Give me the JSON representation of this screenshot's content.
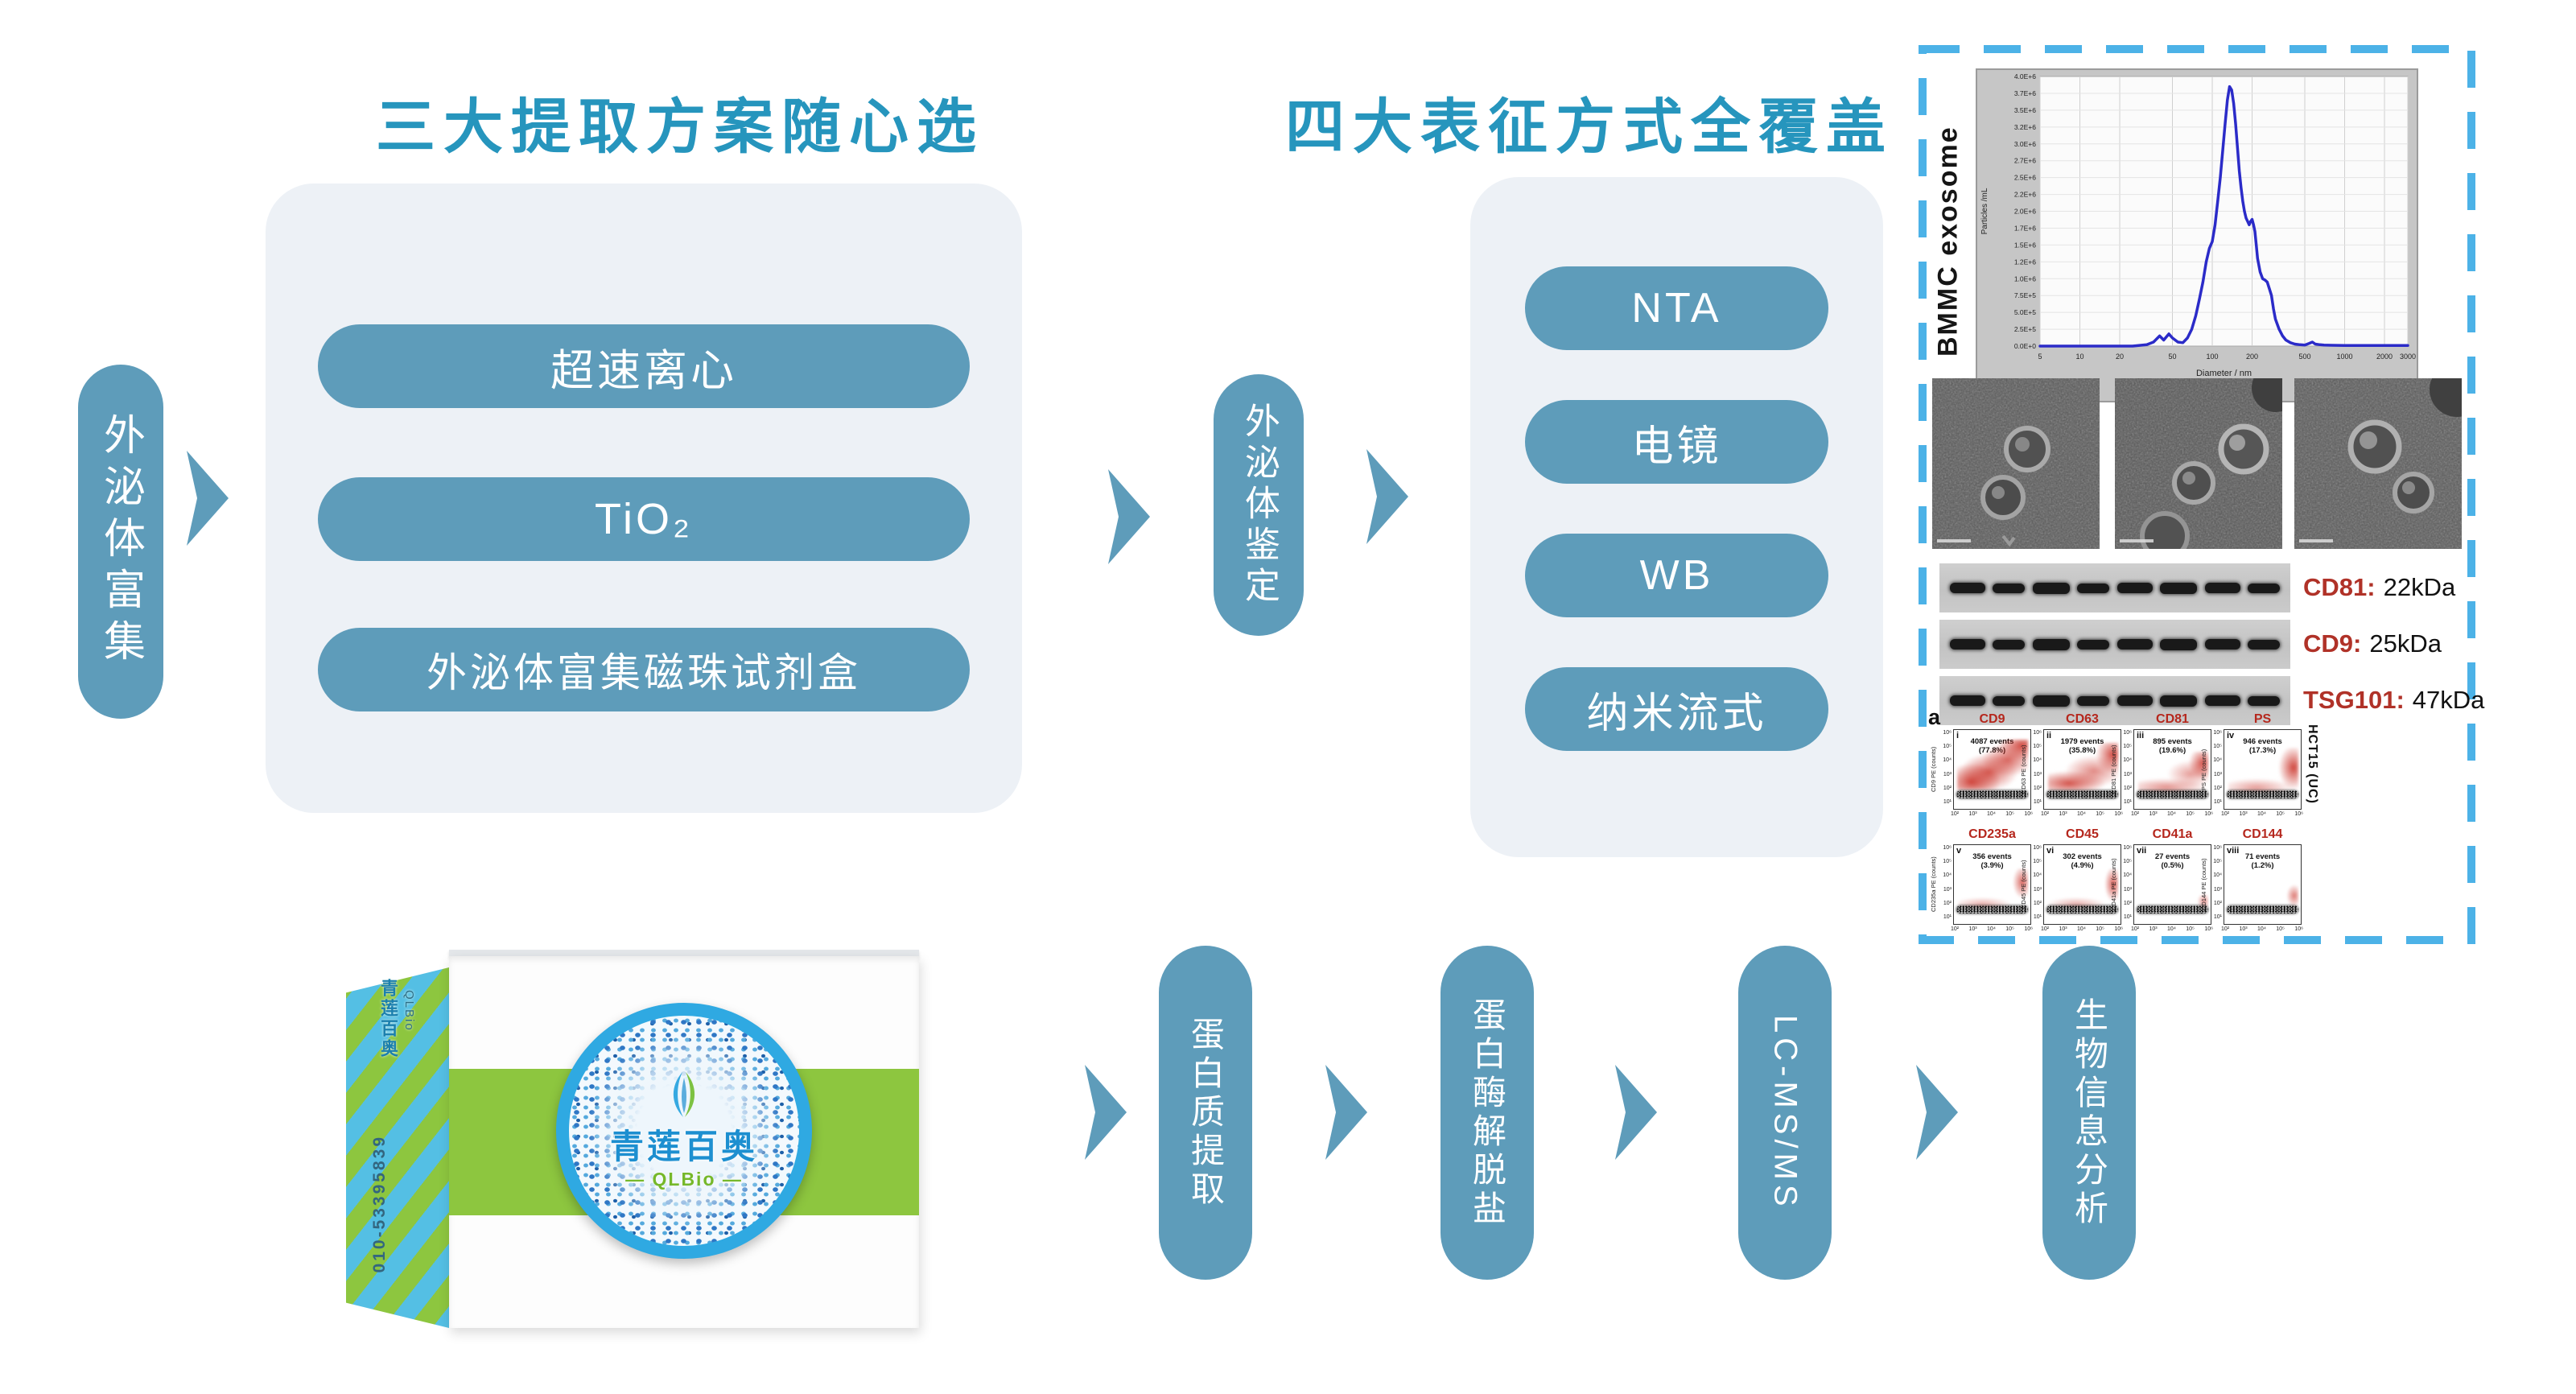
{
  "titles": {
    "left": "三大提取方案随心选",
    "right": "四大表征方式全覆盖"
  },
  "colors": {
    "title_blue": "#2695bd",
    "pill_blue": "#5e9cba",
    "panel_gray": "#edf1f6",
    "dash_blue": "#4cb2e7",
    "wb_red": "#b03228",
    "flow_red": "#b5271d",
    "stripe_green": "#8dc63f",
    "stripe_blue": "#54bfe4"
  },
  "workflow_top": {
    "step_enrich": "外泌体富集",
    "extraction_options": [
      "超速离心",
      "TiO₂",
      "外泌体富集磁珠试剂盒"
    ],
    "step_identify": "外泌体鉴定",
    "characterization_options": [
      "NTA",
      "电镜",
      "WB",
      "纳米流式"
    ]
  },
  "workflow_bottom": {
    "steps": [
      "蛋白质提取",
      "蛋白酶解脱盐",
      "LC-MS/MS",
      "生物信息分析"
    ]
  },
  "product_box": {
    "brand_cn": "青莲百奥",
    "brand_en": "QLBio",
    "badge_en": "— QLBio —",
    "phone": "010-53395839"
  },
  "evidence": {
    "nta_side_label": "BMMC exosome",
    "wb": {
      "rows": [
        {
          "label": "CD81:",
          "value": "22kDa"
        },
        {
          "label": "CD9:",
          "value": "25kDa"
        },
        {
          "label": "TSG101:",
          "value": "47kDa"
        }
      ]
    },
    "flow": {
      "panel_label": "a",
      "sample_label": "HCT15 (UC)",
      "x_ticks": "10² 10³ 10⁴ 10⁵ 10⁶",
      "y_ticks": "10⁶\n10⁵\n10⁴\n10³\n10²\n10¹",
      "plots": [
        {
          "marker": "CD9",
          "numeral": "i",
          "events": "4087 events",
          "percent": "(77.8%)",
          "ylabel": "CD9 PE (counts)"
        },
        {
          "marker": "CD63",
          "numeral": "ii",
          "events": "1979 events",
          "percent": "(35.8%)",
          "ylabel": "CD63 PE (counts)"
        },
        {
          "marker": "CD81",
          "numeral": "iii",
          "events": "895 events",
          "percent": "(19.6%)",
          "ylabel": "CD81 PE (counts)"
        },
        {
          "marker": "PS",
          "numeral": "iv",
          "events": "946 events",
          "percent": "(17.3%)",
          "ylabel": "PS PE (counts)"
        },
        {
          "marker": "CD235a",
          "numeral": "v",
          "events": "356 events",
          "percent": "(3.9%)",
          "ylabel": "CD235a PE (counts)"
        },
        {
          "marker": "CD45",
          "numeral": "vi",
          "events": "302 events",
          "percent": "(4.9%)",
          "ylabel": "CD45 PE (counts)"
        },
        {
          "marker": "CD41a",
          "numeral": "vii",
          "events": "27 events",
          "percent": "(0.5%)",
          "ylabel": "CD41a PE (counts)"
        },
        {
          "marker": "CD144",
          "numeral": "viii",
          "events": "71 events",
          "percent": "(1.2%)",
          "ylabel": "CD144 PE (counts)"
        }
      ]
    }
  },
  "chart_data": {
    "type": "line",
    "title": "",
    "xlabel": "Diameter / nm",
    "ylabel": "Particles /mL",
    "x_scale": "log",
    "xlim": [
      5,
      3000
    ],
    "ylim": [
      0,
      4000000
    ],
    "x_ticks": [
      5,
      10,
      20,
      50,
      100,
      200,
      500,
      1000,
      2000,
      3000
    ],
    "y_tick_labels": [
      "4.0E+6",
      "3.7E+6",
      "3.5E+6",
      "3.2E+6",
      "3.0E+6",
      "2.7E+6",
      "2.5E+6",
      "2.2E+6",
      "2.0E+6",
      "1.7E+6",
      "1.5E+6",
      "1.2E+6",
      "1.0E+6",
      "7.5E+5",
      "5.0E+5",
      "2.5E+5",
      "0.0E+0"
    ],
    "line_color": "#2b2bc8",
    "grid": true,
    "points": [
      [
        5,
        0
      ],
      [
        8,
        0
      ],
      [
        12,
        0
      ],
      [
        18,
        0
      ],
      [
        25,
        0
      ],
      [
        32,
        20000
      ],
      [
        36,
        60000
      ],
      [
        40,
        150000
      ],
      [
        43,
        90000
      ],
      [
        47,
        180000
      ],
      [
        50,
        120000
      ],
      [
        55,
        60000
      ],
      [
        60,
        50000
      ],
      [
        65,
        120000
      ],
      [
        70,
        250000
      ],
      [
        75,
        450000
      ],
      [
        80,
        700000
      ],
      [
        85,
        950000
      ],
      [
        90,
        1250000
      ],
      [
        95,
        1450000
      ],
      [
        100,
        1550000
      ],
      [
        105,
        1800000
      ],
      [
        110,
        2150000
      ],
      [
        115,
        2500000
      ],
      [
        120,
        2900000
      ],
      [
        125,
        3300000
      ],
      [
        130,
        3650000
      ],
      [
        135,
        3850000
      ],
      [
        140,
        3800000
      ],
      [
        145,
        3600000
      ],
      [
        150,
        3300000
      ],
      [
        155,
        2950000
      ],
      [
        160,
        2600000
      ],
      [
        165,
        2350000
      ],
      [
        170,
        2150000
      ],
      [
        175,
        2000000
      ],
      [
        180,
        1900000
      ],
      [
        185,
        1850000
      ],
      [
        190,
        1800000
      ],
      [
        195,
        1850000
      ],
      [
        200,
        1880000
      ],
      [
        205,
        1800000
      ],
      [
        210,
        1700000
      ],
      [
        215,
        1500000
      ],
      [
        220,
        1300000
      ],
      [
        230,
        1100000
      ],
      [
        240,
        1000000
      ],
      [
        250,
        980000
      ],
      [
        260,
        950000
      ],
      [
        270,
        850000
      ],
      [
        280,
        750000
      ],
      [
        290,
        550000
      ],
      [
        300,
        400000
      ],
      [
        320,
        250000
      ],
      [
        340,
        150000
      ],
      [
        360,
        90000
      ],
      [
        390,
        50000
      ],
      [
        420,
        30000
      ],
      [
        460,
        20000
      ],
      [
        500,
        15000
      ],
      [
        540,
        40000
      ],
      [
        570,
        60000
      ],
      [
        600,
        30000
      ],
      [
        650,
        20000
      ],
      [
        700,
        15000
      ],
      [
        800,
        12000
      ],
      [
        1000,
        10000
      ],
      [
        1500,
        10000
      ],
      [
        2000,
        10000
      ],
      [
        2500,
        10000
      ],
      [
        3000,
        10000
      ]
    ]
  }
}
